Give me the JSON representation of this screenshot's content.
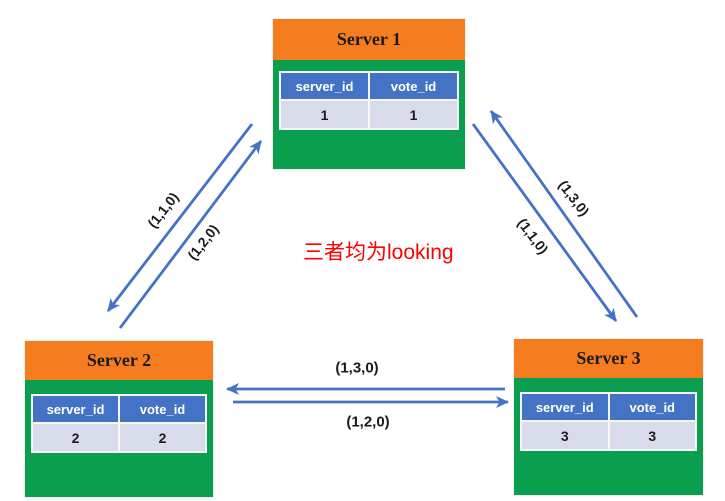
{
  "diagram": {
    "title_note": {
      "text": "三者均为looking",
      "color": "#FF0000"
    },
    "servers": [
      {
        "id": "server-1",
        "title": "Server 1",
        "columns": [
          "server_id",
          "vote_id"
        ],
        "values": [
          "1",
          "1"
        ]
      },
      {
        "id": "server-2",
        "title": "Server 2",
        "columns": [
          "server_id",
          "vote_id"
        ],
        "values": [
          "2",
          "2"
        ]
      },
      {
        "id": "server-3",
        "title": "Server 3",
        "columns": [
          "server_id",
          "vote_id"
        ],
        "values": [
          "3",
          "3"
        ]
      }
    ],
    "edges": [
      {
        "name": "server1-to-server2",
        "label": "(1,1,0)"
      },
      {
        "name": "server2-to-server1",
        "label": "(1,2,0)"
      },
      {
        "name": "server3-to-server1",
        "label": "(1,3,0)"
      },
      {
        "name": "server1-to-server3",
        "label": "(1,1,0)"
      },
      {
        "name": "server3-to-server2",
        "label": "(1,3,0)"
      },
      {
        "name": "server2-to-server3",
        "label": "(1,2,0)"
      }
    ],
    "colors": {
      "header_orange": "#F57D20",
      "body_green": "#0A9E4F",
      "table_header_blue": "#4472C4",
      "table_cell_lavender": "#D8DCEA",
      "arrow_blue": "#4472C4",
      "note_red": "#FF0000"
    }
  }
}
